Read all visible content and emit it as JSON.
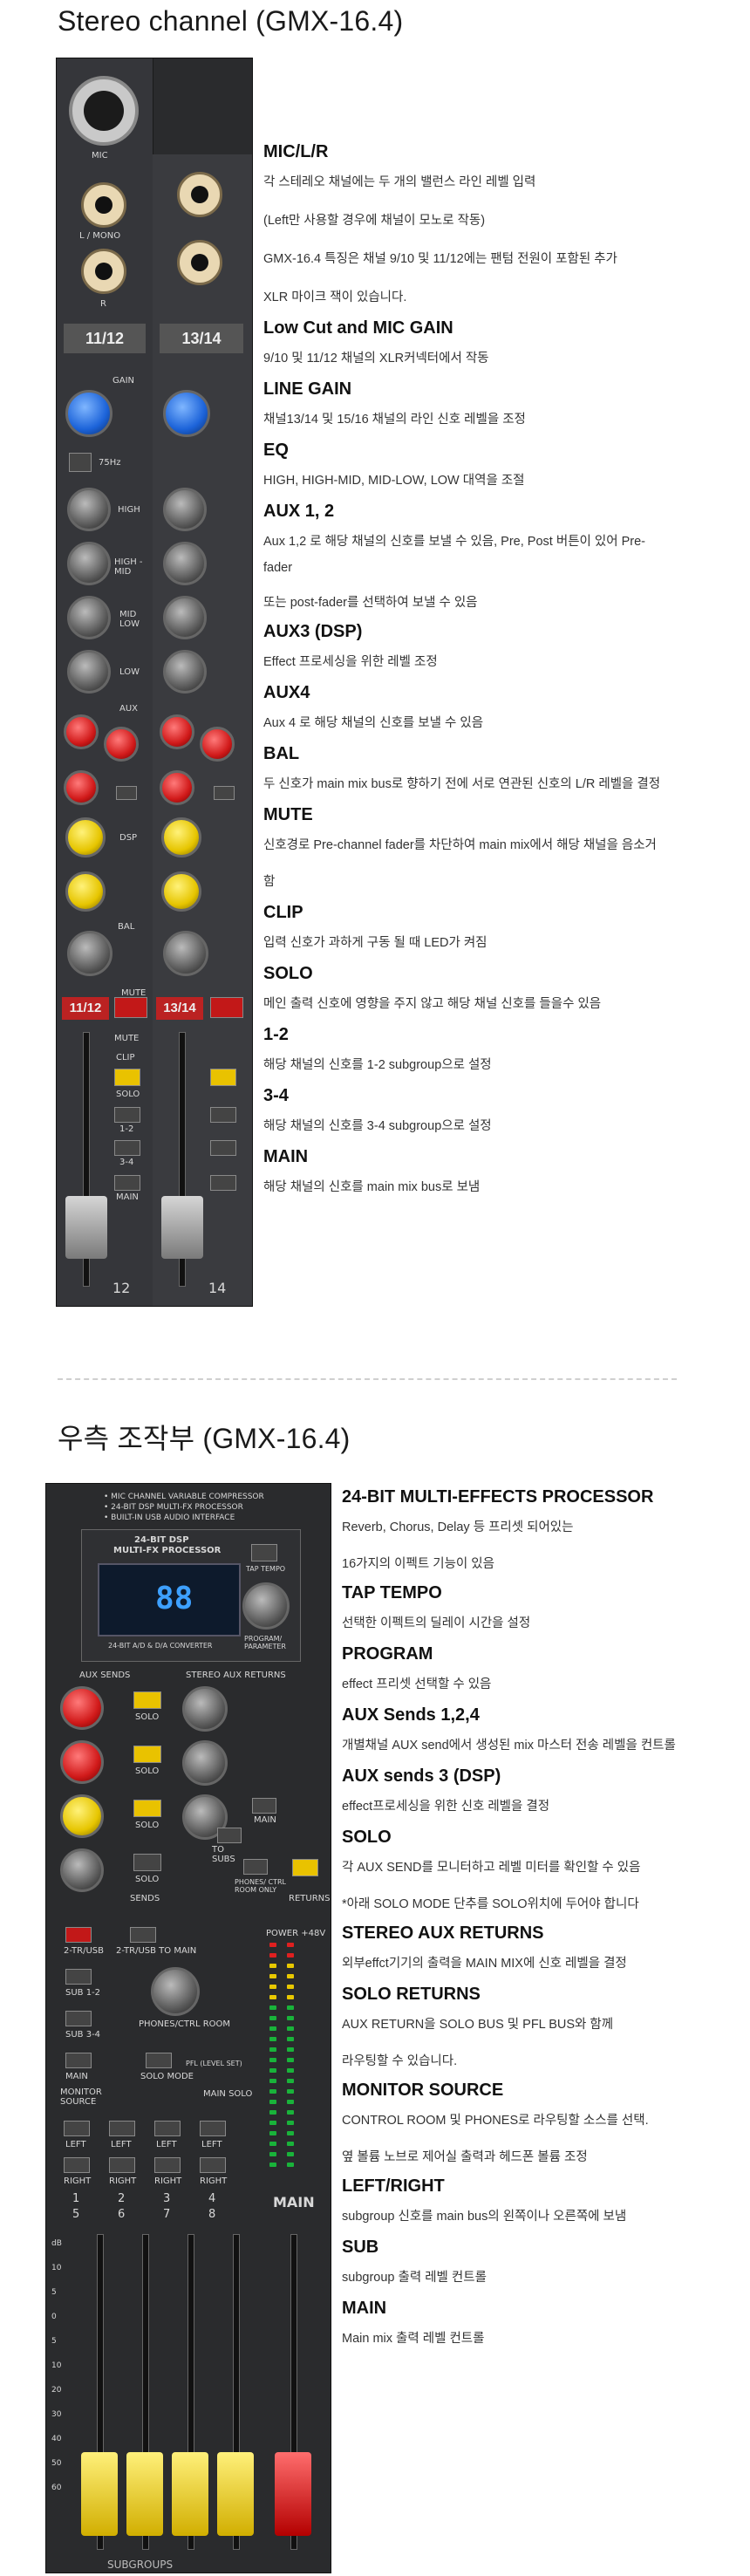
{
  "section1": {
    "title": "Stereo channel (GMX-16.4)",
    "panel_labels": {
      "mic": "MIC",
      "l_mono": "L / MONO",
      "r": "R",
      "ch1": "11/12",
      "ch2": "13/14",
      "gain": "GAIN",
      "high": "HIGH",
      "high_mid": "HIGH -MID",
      "mid_low": "MID LOW",
      "low": "LOW",
      "aux": "AUX",
      "dsp": "DSP",
      "bal": "BAL",
      "mute": "MUTE",
      "clip": "CLIP",
      "solo": "SOLO",
      "g12": "1-2",
      "g34": "3-4",
      "main": "MAIN",
      "hz": "75Hz",
      "fader1": "12",
      "fader2": "14"
    },
    "items": [
      {
        "heading": "MIC/L/R",
        "lines": [
          "각 스테레오 채널에는 두 개의 밸런스 라인 레벨 입력",
          "(Left만 사용할 경우에 채널이 모노로 작동)",
          "GMX-16.4 특징은 채널 9/10 및 11/12에는 팬텀 전원이 포함된 추가",
          "XLR 마이크 잭이 있습니다."
        ]
      },
      {
        "heading": "Low Cut and MIC GAIN",
        "lines": [
          "9/10 및 11/12 채널의 XLR커넥터에서 작동"
        ]
      },
      {
        "heading": "LINE GAIN",
        "lines": [
          "채널13/14 및 15/16 채널의 라인 신호 레벨을 조정"
        ]
      },
      {
        "heading": "EQ",
        "lines": [
          "HIGH, HIGH-MID, MID-LOW, LOW 대역을 조절"
        ]
      },
      {
        "heading": "AUX 1, 2",
        "lines": [
          "Aux 1,2 로 해당 채널의 신호를 보낼 수 있음, Pre, Post 버튼이 있어 Pre-fader",
          "또는 post-fader를 선택하여 보낼 수 있음"
        ]
      },
      {
        "heading": "AUX3 (DSP)",
        "lines": [
          "Effect 프로세싱을 위한 레벨 조정"
        ]
      },
      {
        "heading": "AUX4",
        "lines": [
          "Aux 4 로 해당 채널의 신호를 보낼 수 있음"
        ]
      },
      {
        "heading": "BAL",
        "lines": [
          "두 신호가 main mix bus로 향하기 전에 서로 연관된 신호의 L/R 레벨을 결정"
        ]
      },
      {
        "heading": "MUTE",
        "lines": [
          "신호경로 Pre-channel fader를 차단하여 main mix에서 해당 채널을 음소거함"
        ]
      },
      {
        "heading": "CLIP",
        "lines": [
          "입력 신호가 과하게 구동 될 때 LED가 켜짐"
        ]
      },
      {
        "heading": "SOLO",
        "lines": [
          "메인 출력 신호에 영향을 주지 않고 해당 채널 신호를 들을수 있음"
        ]
      },
      {
        "heading": "1-2",
        "lines": [
          "해당 채널의 신호를 1-2 subgroup으로 설정"
        ]
      },
      {
        "heading": "3-4",
        "lines": [
          "해당 채널의 신호를 3-4 subgroup으로 설정"
        ]
      },
      {
        "heading": "MAIN",
        "lines": [
          "해당 채널의 신호를 main mix bus로 보냄"
        ]
      }
    ]
  },
  "section2": {
    "title": "우측 조작부 (GMX-16.4)",
    "panel_labels": {
      "top1": "• MIC CHANNEL VARIABLE COMPRESSOR",
      "top2": "• 24-BIT DSP MULTI-FX PROCESSOR",
      "top3": "• BUILT-IN USB AUDIO INTERFACE",
      "dsp1": "24-BIT DSP",
      "dsp2": "MULTI-FX PROCESSOR",
      "lcd": "88",
      "tap": "TAP TEMPO",
      "program": "PROGRAM/ PARAMETER",
      "conv": "24-BIT A/D & D/A CONVERTER",
      "aux_sends": "AUX SENDS",
      "stereo_aux_returns": "STEREO AUX RETURNS",
      "solo": "SOLO",
      "sends": "SENDS",
      "returns": "RETURNS",
      "to_subs": "TO SUBS",
      "main": "MAIN",
      "phones": "PHONES/ CTRL ROOM ONLY",
      "power": "POWER +48V",
      "tr_usb": "2-TR/USB",
      "tr_usb_main": "2-TR/USB TO MAIN",
      "sub12": "SUB 1-2",
      "sub34": "SUB 3-4",
      "main2": "MAIN",
      "monitor_source": "MONITOR SOURCE",
      "phones_ctrl": "PHONES/CTRL ROOM",
      "solo_mode": "SOLO MODE",
      "pfl": "PFL (LEVEL SET)",
      "main_solo": "MAIN SOLO",
      "left": "LEFT",
      "right": "RIGHT",
      "sub_nums": [
        "1",
        "2",
        "3",
        "4"
      ],
      "sub_nums2": [
        "5",
        "6",
        "7",
        "8"
      ],
      "main_label": "MAIN",
      "subgroups": "SUBGROUPS",
      "scale": [
        "dB",
        "10",
        "5",
        "0",
        "5",
        "10",
        "20",
        "30",
        "40",
        "50",
        "60"
      ]
    },
    "items": [
      {
        "heading": "24-BIT MULTI-EFFECTS PROCESSOR",
        "lines": [
          "Reverb, Chorus, Delay 등 프리셋 되어있는",
          "16가지의 이펙트 기능이 있음"
        ]
      },
      {
        "heading": "TAP TEMPO",
        "lines": [
          "선택한 이펙트의 딜레이 시간을 설정"
        ]
      },
      {
        "heading": "PROGRAM",
        "lines": [
          "effect 프리셋 선택할 수 있음"
        ]
      },
      {
        "heading": "AUX Sends 1,2,4",
        "lines": [
          "개별채널 AUX send에서 생성된 mix 마스터 전송 레벨을 컨트롤"
        ]
      },
      {
        "heading": "AUX sends 3 (DSP)",
        "lines": [
          "effect프로세싱을 위한 신호 레벨을 결정"
        ]
      },
      {
        "heading": "SOLO",
        "lines": [
          "각 AUX SEND를 모니터하고 레벨 미터를 확인할 수 있음",
          "*아래 SOLO MODE 단추를 SOLO위치에 두어야 합니다"
        ]
      },
      {
        "heading": "STEREO AUX RETURNS",
        "lines": [
          "외부effct기기의 출력을 MAIN MIX에 신호 레벨을 결정"
        ]
      },
      {
        "heading": "SOLO RETURNS",
        "lines": [
          "AUX RETURN을 SOLO BUS 및 PFL BUS와 함께",
          "라우팅할 수 있습니다."
        ]
      },
      {
        "heading": "MONITOR SOURCE",
        "lines": [
          "CONTROL ROOM 및 PHONES로 라우팅할 소스를 선택.",
          "옆 볼륨 노브로 제어실 출력과 헤드폰 볼륨 조정"
        ]
      },
      {
        "heading": "LEFT/RIGHT",
        "lines": [
          "subgroup 신호를 main bus의 왼쪽이나 오른쪽에 보냄"
        ]
      },
      {
        "heading": "SUB",
        "lines": [
          "subgroup 출력 레벨 컨트롤"
        ]
      },
      {
        "heading": "MAIN",
        "lines": [
          "Main mix 출력 레벨 컨트롤"
        ]
      }
    ]
  }
}
